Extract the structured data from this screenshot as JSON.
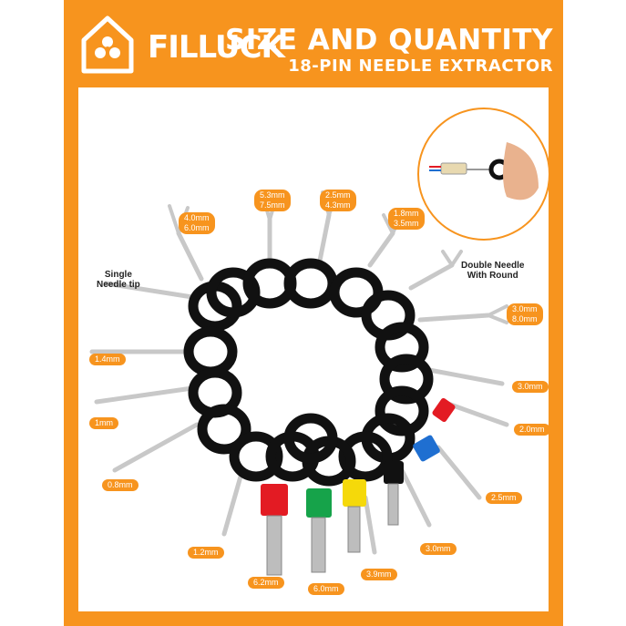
{
  "header": {
    "brand": "FILLUCK",
    "headline": "SIZE AND QUANTITY",
    "subhead": "18-PIN NEEDLE EXTRACTOR"
  },
  "notes": {
    "single_line1": "Single",
    "single_line2": "Needle tip",
    "double_line1": "Double Needle",
    "double_line2": "With Round"
  },
  "labels": {
    "fork_4060_a": "4.0mm",
    "fork_4060_b": "6.0mm",
    "fork_5375_a": "5.3mm",
    "fork_5375_b": "7.5mm",
    "fork_2543_a": "2.5mm",
    "fork_2543_b": "4.3mm",
    "fork_1835_a": "1.8mm",
    "fork_1835_b": "3.5mm",
    "fork_3080_a": "3.0mm",
    "fork_3080_b": "8.0mm",
    "needle_14": "1.4mm",
    "needle_1": "1mm",
    "needle_08": "0.8mm",
    "needle_12": "1.2mm",
    "tube_62": "6.2mm",
    "tube_60": "6.0mm",
    "tube_39": "3.9mm",
    "tube_30b": "3.0mm",
    "tube_25": "2.5mm",
    "tube_20": "2.0mm",
    "tube_30a": "3.0mm"
  },
  "colors": {
    "frame": "#f7941e",
    "tip_red": "#e31b23",
    "tip_green": "#16a34a",
    "tip_yellow": "#f5d90a",
    "tip_blue": "#1f6fd1",
    "ring": "#111111"
  }
}
